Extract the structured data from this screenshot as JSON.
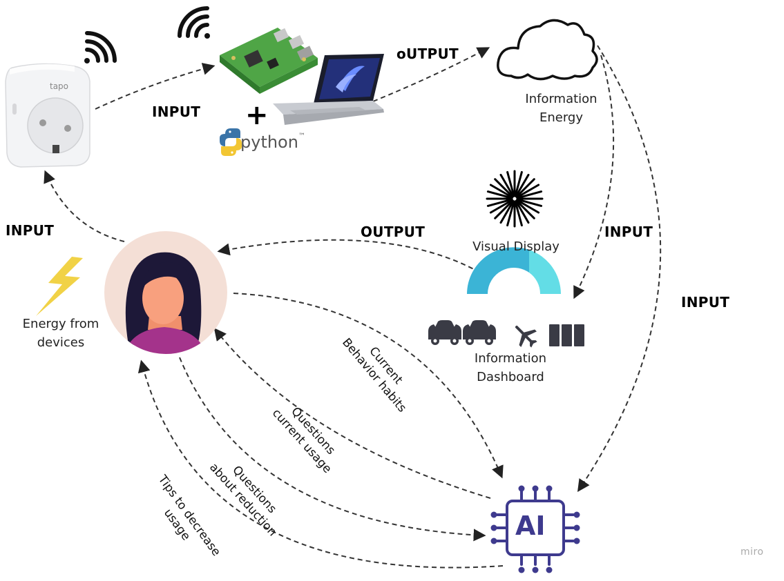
{
  "labels": {
    "input_plug_to_pi": "INPUT",
    "output_to_cloud": "oUTPUT",
    "input_user_to_plug": "INPUT",
    "output_dashboard_to_user": "OUTPUT",
    "input_cloud_to_dashboard": "INPUT",
    "input_cloud_to_ai": "INPUT"
  },
  "nodes": {
    "plug_brand": "tapo",
    "python_word": "python",
    "python_tm": "™",
    "cloud_label": [
      "Information",
      "Energy"
    ],
    "visual_display_label": "Visual Display",
    "dashboard_label": [
      "Information",
      "Dashboard"
    ],
    "energy_label": [
      "Energy from",
      "devices"
    ],
    "ai_text": "AI",
    "plus": "+"
  },
  "edges": {
    "current_behavior": [
      "Current",
      "Behavior habits"
    ],
    "questions_usage": [
      "Questions",
      "current usage"
    ],
    "questions_reduction": [
      "Questions",
      "about reduction"
    ],
    "tips": [
      "Tips to decrease",
      "usage"
    ]
  },
  "watermark": "miro",
  "colors": {
    "ai_blue": "#3e3a8e",
    "gauge_dark": "#3bb4d6",
    "gauge_light": "#63dde6",
    "avatar_bg": "#f4dfd6",
    "avatar_hair": "#1d1838",
    "avatar_skin": "#f8a07e",
    "avatar_shirt": "#a4338b",
    "lightning": "#f1d246",
    "pi_green": "#4fa546"
  }
}
